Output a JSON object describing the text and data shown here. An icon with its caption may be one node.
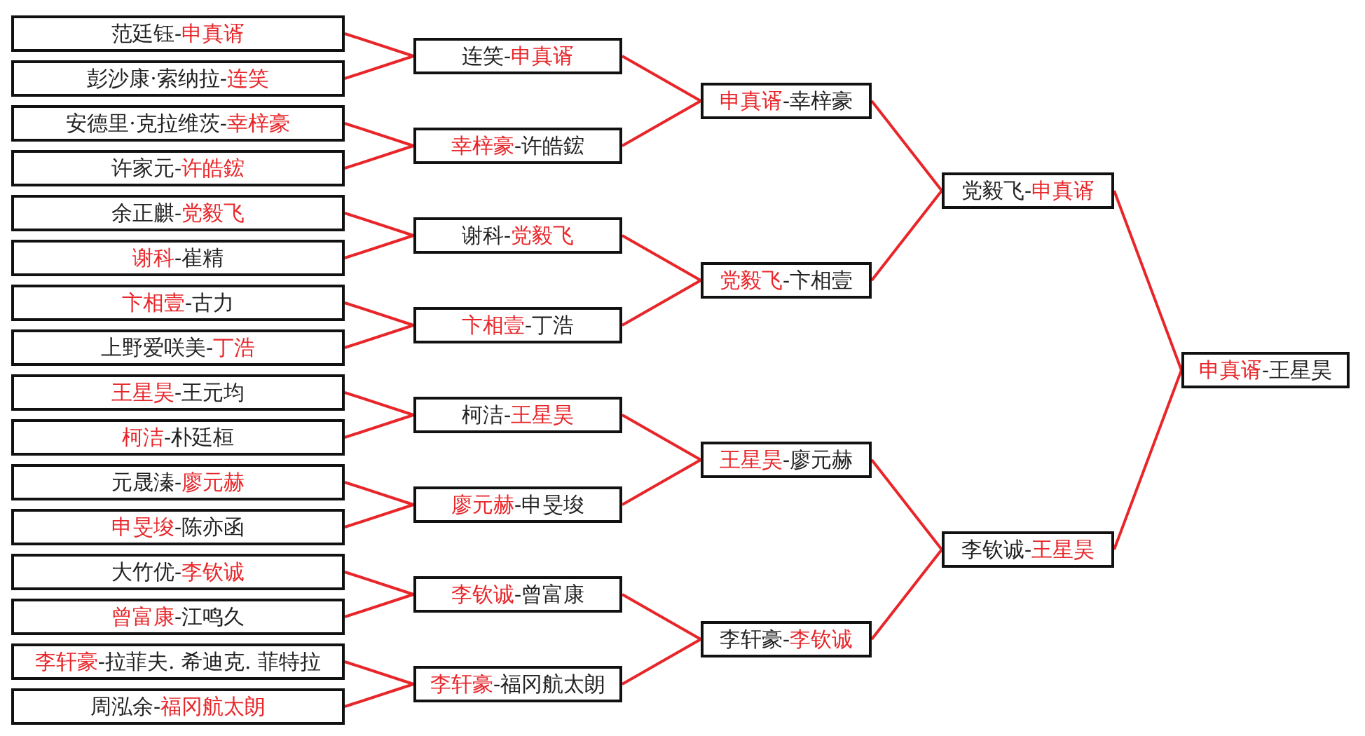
{
  "diagram": {
    "nodes": [
      {
        "text": [
          "范廷钰-**申真谞**"
        ]
      },
      {
        "text": [
          "彭沙康·索纳拉-**连笑**"
        ]
      },
      {
        "text": [
          "安德里·克拉维茨-**幸梓豪**"
        ]
      },
      {
        "text": [
          "许家元-**许皓鋐**"
        ]
      },
      {
        "text": [
          "余正麒-**党毅飞**"
        ]
      },
      {
        "text": [
          "**谢科**-崔精"
        ]
      },
      {
        "text": [
          "**卞相壹**-古力"
        ]
      },
      {
        "text": [
          "上野爱咲美-**丁浩**"
        ]
      },
      {
        "text": [
          "**王星昊**-王元均"
        ]
      },
      {
        "text": [
          "**柯洁**-朴廷桓"
        ]
      },
      {
        "text": [
          "元晟溱-**廖元赫**"
        ]
      },
      {
        "text": [
          "**申旻埈**-陈亦函"
        ]
      },
      {
        "text": [
          "大竹优-**李钦诚**"
        ]
      },
      {
        "text": [
          "**曾富康**-江鸣久"
        ]
      },
      {
        "text": [
          "**李轩豪**-拉菲夫. 希迪克. 菲特拉"
        ]
      },
      {
        "text": [
          "周泓余-**福冈航太朗**"
        ]
      },
      {
        "text": [
          "连笑-**申真谞**"
        ]
      },
      {
        "text": [
          "**幸梓豪**-许皓鋐"
        ]
      },
      {
        "text": [
          "谢科-**党毅飞**"
        ]
      },
      {
        "text": [
          "**卞相壹**-丁浩"
        ]
      },
      {
        "text": [
          "柯洁-**王星昊**"
        ]
      },
      {
        "text": [
          "**廖元赫**-申旻埈"
        ]
      },
      {
        "text": [
          "**李钦诚**-曾富康"
        ]
      },
      {
        "text": [
          "**李轩豪**-福冈航太朗"
        ]
      },
      {
        "text": [
          "**申真谞**-幸梓豪"
        ]
      },
      {
        "text": [
          "**党毅飞**-卞相壹"
        ]
      },
      {
        "text": [
          "**王星昊**-廖元赫"
        ]
      },
      {
        "text": [
          "李轩豪-**李钦诚**"
        ]
      },
      {
        "text": [
          "党毅飞-**申真谞**"
        ]
      },
      {
        "text": [
          "李钦诚-**王星昊**"
        ]
      },
      {
        "text": [
          "**申真谞**-王星昊"
        ]
      }
    ],
    "edges": [
      {
        "from": 0,
        "to": 16,
        "arrow": "none"
      },
      {
        "from": 1,
        "to": 16,
        "arrow": "none"
      },
      {
        "from": 2,
        "to": 17,
        "arrow": "none"
      },
      {
        "from": 3,
        "to": 17,
        "arrow": "none"
      },
      {
        "from": 4,
        "to": 18,
        "arrow": "none"
      },
      {
        "from": 5,
        "to": 18,
        "arrow": "none"
      },
      {
        "from": 6,
        "to": 19,
        "arrow": "none"
      },
      {
        "from": 7,
        "to": 19,
        "arrow": "none"
      },
      {
        "from": 8,
        "to": 20,
        "arrow": "none"
      },
      {
        "from": 9,
        "to": 20,
        "arrow": "none"
      },
      {
        "from": 10,
        "to": 21,
        "arrow": "none"
      },
      {
        "from": 11,
        "to": 21,
        "arrow": "none"
      },
      {
        "from": 12,
        "to": 22,
        "arrow": "none"
      },
      {
        "from": 13,
        "to": 22,
        "arrow": "none"
      },
      {
        "from": 14,
        "to": 23,
        "arrow": "none"
      },
      {
        "from": 15,
        "to": 23,
        "arrow": "none"
      },
      {
        "from": 16,
        "to": 24,
        "arrow": "none"
      },
      {
        "from": 17,
        "to": 24,
        "arrow": "none"
      },
      {
        "from": 18,
        "to": 25,
        "arrow": "none"
      },
      {
        "from": 19,
        "to": 25,
        "arrow": "none"
      },
      {
        "from": 20,
        "to": 26,
        "arrow": "none"
      },
      {
        "from": 21,
        "to": 26,
        "arrow": "none"
      },
      {
        "from": 22,
        "to": 27,
        "arrow": "none"
      },
      {
        "from": 23,
        "to": 27,
        "arrow": "none"
      },
      {
        "from": 24,
        "to": 28,
        "arrow": "none"
      },
      {
        "from": 25,
        "to": 28,
        "arrow": "none"
      },
      {
        "from": 26,
        "to": 29,
        "arrow": "none"
      },
      {
        "from": 27,
        "to": 29,
        "arrow": "none"
      },
      {
        "from": 28,
        "to": 30,
        "arrow": "none"
      },
      {
        "from": 29,
        "to": 30,
        "arrow": "none"
      }
    ]
  }
}
